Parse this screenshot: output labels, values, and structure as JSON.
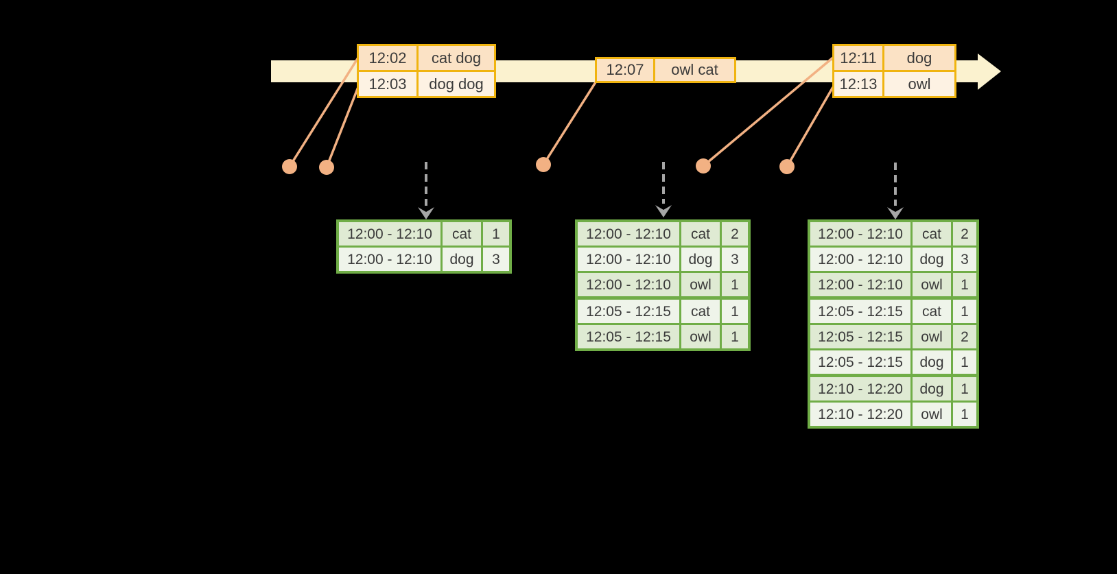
{
  "colors": {
    "background": "#000000",
    "timeline_band": "#fbf2cf",
    "event_border": "#f0b410",
    "event_row_a": "#fbe2c5",
    "event_row_b": "#fdf2e3",
    "connector": "#f2b183",
    "table_border": "#70ad47",
    "table_row_a": "#dfead3",
    "table_row_b": "#eff4ea",
    "dashed_arrow": "#a6a6a6",
    "text": "#3a3a3a"
  },
  "icons": {
    "timeline_arrowhead": "right-pointing filled triangle ending the timeline band",
    "event_dot": "filled circle marking an event arrival time on the axis below the band",
    "trigger_arrow": "gray dashed vertical arrow pointing down at a result table"
  },
  "timeline": {
    "event_groups": [
      {
        "rows": [
          {
            "time": "12:02",
            "words": "cat dog"
          },
          {
            "time": "12:03",
            "words": "dog dog"
          }
        ]
      },
      {
        "rows": [
          {
            "time": "12:07",
            "words": "owl cat"
          }
        ]
      },
      {
        "rows": [
          {
            "time": "12:11",
            "words": "dog"
          },
          {
            "time": "12:13",
            "words": "owl"
          }
        ]
      }
    ]
  },
  "result_tables": [
    {
      "rows": [
        {
          "window": "12:00 - 12:10",
          "word": "cat",
          "count": "1"
        },
        {
          "window": "12:00 - 12:10",
          "word": "dog",
          "count": "3"
        }
      ]
    },
    {
      "rows": [
        {
          "window": "12:00 - 12:10",
          "word": "cat",
          "count": "2"
        },
        {
          "window": "12:00 - 12:10",
          "word": "dog",
          "count": "3"
        },
        {
          "window": "12:00 - 12:10",
          "word": "owl",
          "count": "1"
        },
        {
          "window": "12:05 - 12:15",
          "word": "cat",
          "count": "1"
        },
        {
          "window": "12:05 - 12:15",
          "word": "owl",
          "count": "1"
        }
      ]
    },
    {
      "rows": [
        {
          "window": "12:00 - 12:10",
          "word": "cat",
          "count": "2"
        },
        {
          "window": "12:00 - 12:10",
          "word": "dog",
          "count": "3"
        },
        {
          "window": "12:00 - 12:10",
          "word": "owl",
          "count": "1"
        },
        {
          "window": "12:05 - 12:15",
          "word": "cat",
          "count": "1"
        },
        {
          "window": "12:05 - 12:15",
          "word": "owl",
          "count": "2"
        },
        {
          "window": "12:05 - 12:15",
          "word": "dog",
          "count": "1"
        },
        {
          "window": "12:10 - 12:20",
          "word": "dog",
          "count": "1"
        },
        {
          "window": "12:10 - 12:20",
          "word": "owl",
          "count": "1"
        }
      ]
    }
  ]
}
